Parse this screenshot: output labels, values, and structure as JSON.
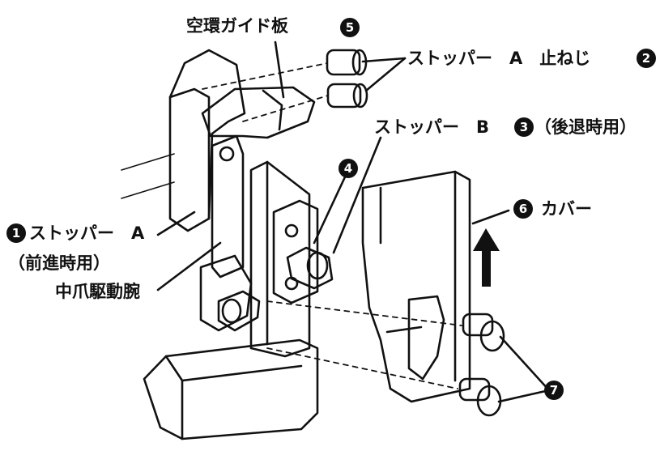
{
  "callouts": {
    "n1": "1",
    "n2": "2",
    "n3": "3",
    "n4": "4",
    "n5": "5",
    "n6": "6",
    "n7": "7"
  },
  "labels": {
    "gauge_plate": "空環ガイド板",
    "stopper_a_screw": "ストッパー　A　止ねじ",
    "stopper_b": "ストッパー　B",
    "stopper_b_note": "（後退時用）",
    "cover": "カバー",
    "stopper_a": "ストッパー　A",
    "stopper_a_note": "（前進時用）",
    "feed_arm": "中爪駆動腕"
  },
  "colors": {
    "ink": "#111111",
    "paper": "#ffffff"
  }
}
